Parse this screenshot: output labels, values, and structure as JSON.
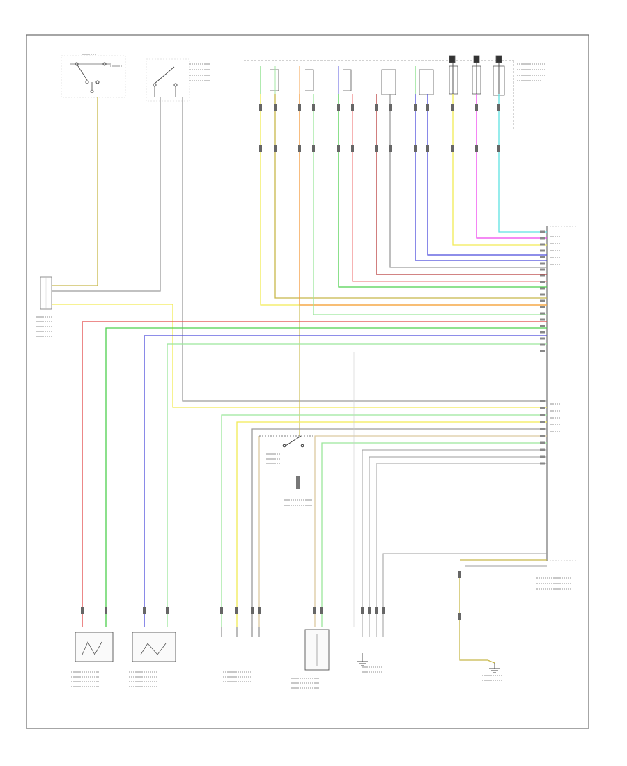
{
  "diagram": {
    "footer_code": "",
    "colors": {
      "frame": "#6a6a6a",
      "yellow": "#f2ea54",
      "orange": "#f59a3c",
      "blue": "#4a4adc",
      "red": "#e24848",
      "green": "#4ed04e",
      "light_green": "#9ce69c",
      "pink": "#ee44ee",
      "cyan": "#5fe2e2",
      "tan": "#dcc9a0",
      "olive": "#c8b84a",
      "gray": "#9c9c9c",
      "dark_gray": "#444444",
      "dark_red": "#b83a3a",
      "salmon": "#f08a8a"
    },
    "components": [
      "ignition-switch",
      "park-neutral-position-switch",
      "transmission-solenoid-connectors",
      "engine-control-module",
      "speed-sensor-connector",
      "output-speed-sensor",
      "turbine-speed-sensor",
      "throttle-position-sensor",
      "brake-light-switch",
      "engine-coolant-temperature-sensor",
      "ground-point-left",
      "ground-point-right"
    ]
  }
}
